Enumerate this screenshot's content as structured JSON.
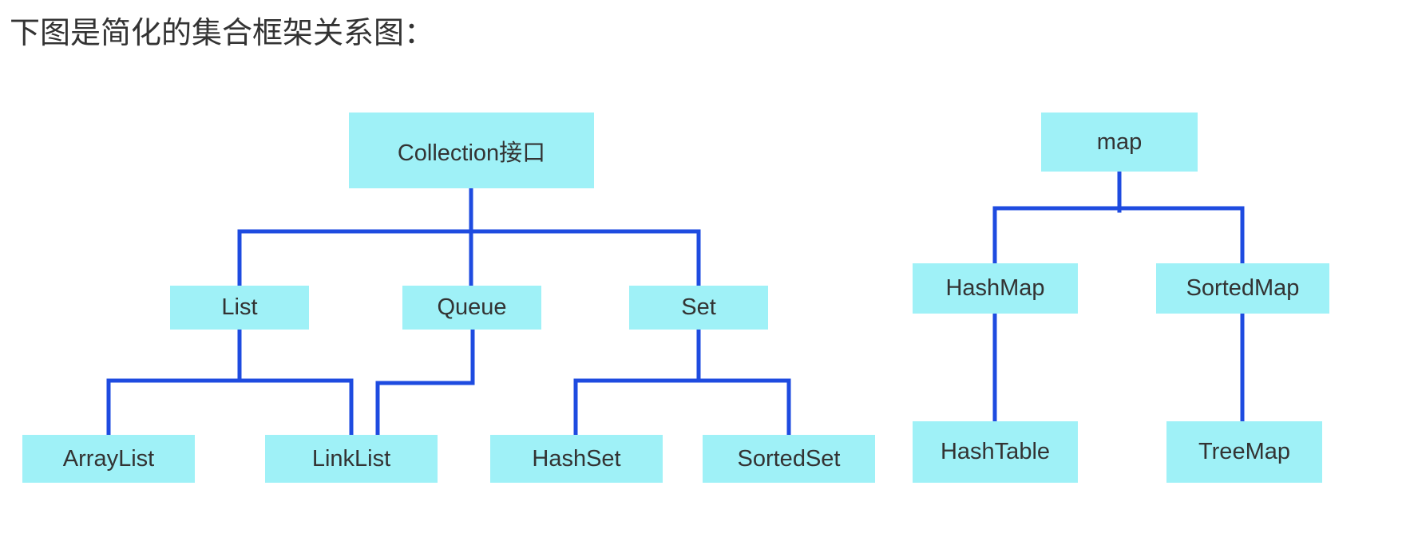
{
  "caption": "下图是简化的集合框架关系图：",
  "colors": {
    "node_fill": "#9FF1F7",
    "connector": "#1E4BE0",
    "text": "#333333"
  },
  "collection_tree": {
    "root": "Collection接口",
    "list": "List",
    "queue": "Queue",
    "set": "Set",
    "arraylist": "ArrayList",
    "linklist": "LinkList",
    "hashset": "HashSet",
    "sortedset": "SortedSet"
  },
  "map_tree": {
    "root": "map",
    "hashmap": "HashMap",
    "sortedmap": "SortedMap",
    "hashtable": "HashTable",
    "treemap": "TreeMap"
  }
}
